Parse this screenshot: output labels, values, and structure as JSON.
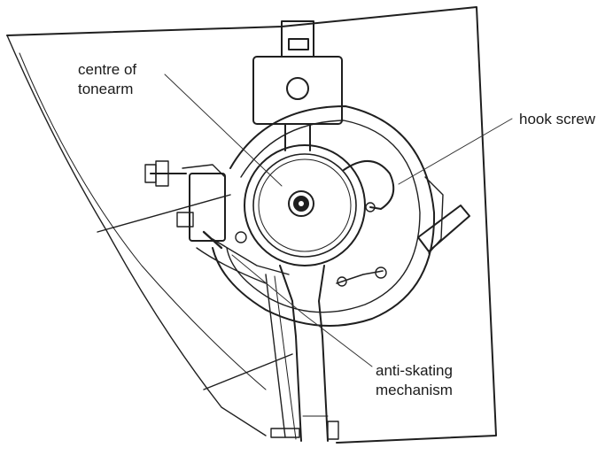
{
  "labels": {
    "centre_of_tonearm": [
      "centre of",
      "tonearm"
    ],
    "hook_screw": "hook screw",
    "anti_skating_mechanism": [
      "anti-skating",
      "mechanism"
    ]
  },
  "colors": {
    "line": "#1f1f1f",
    "background": "#ffffff"
  }
}
